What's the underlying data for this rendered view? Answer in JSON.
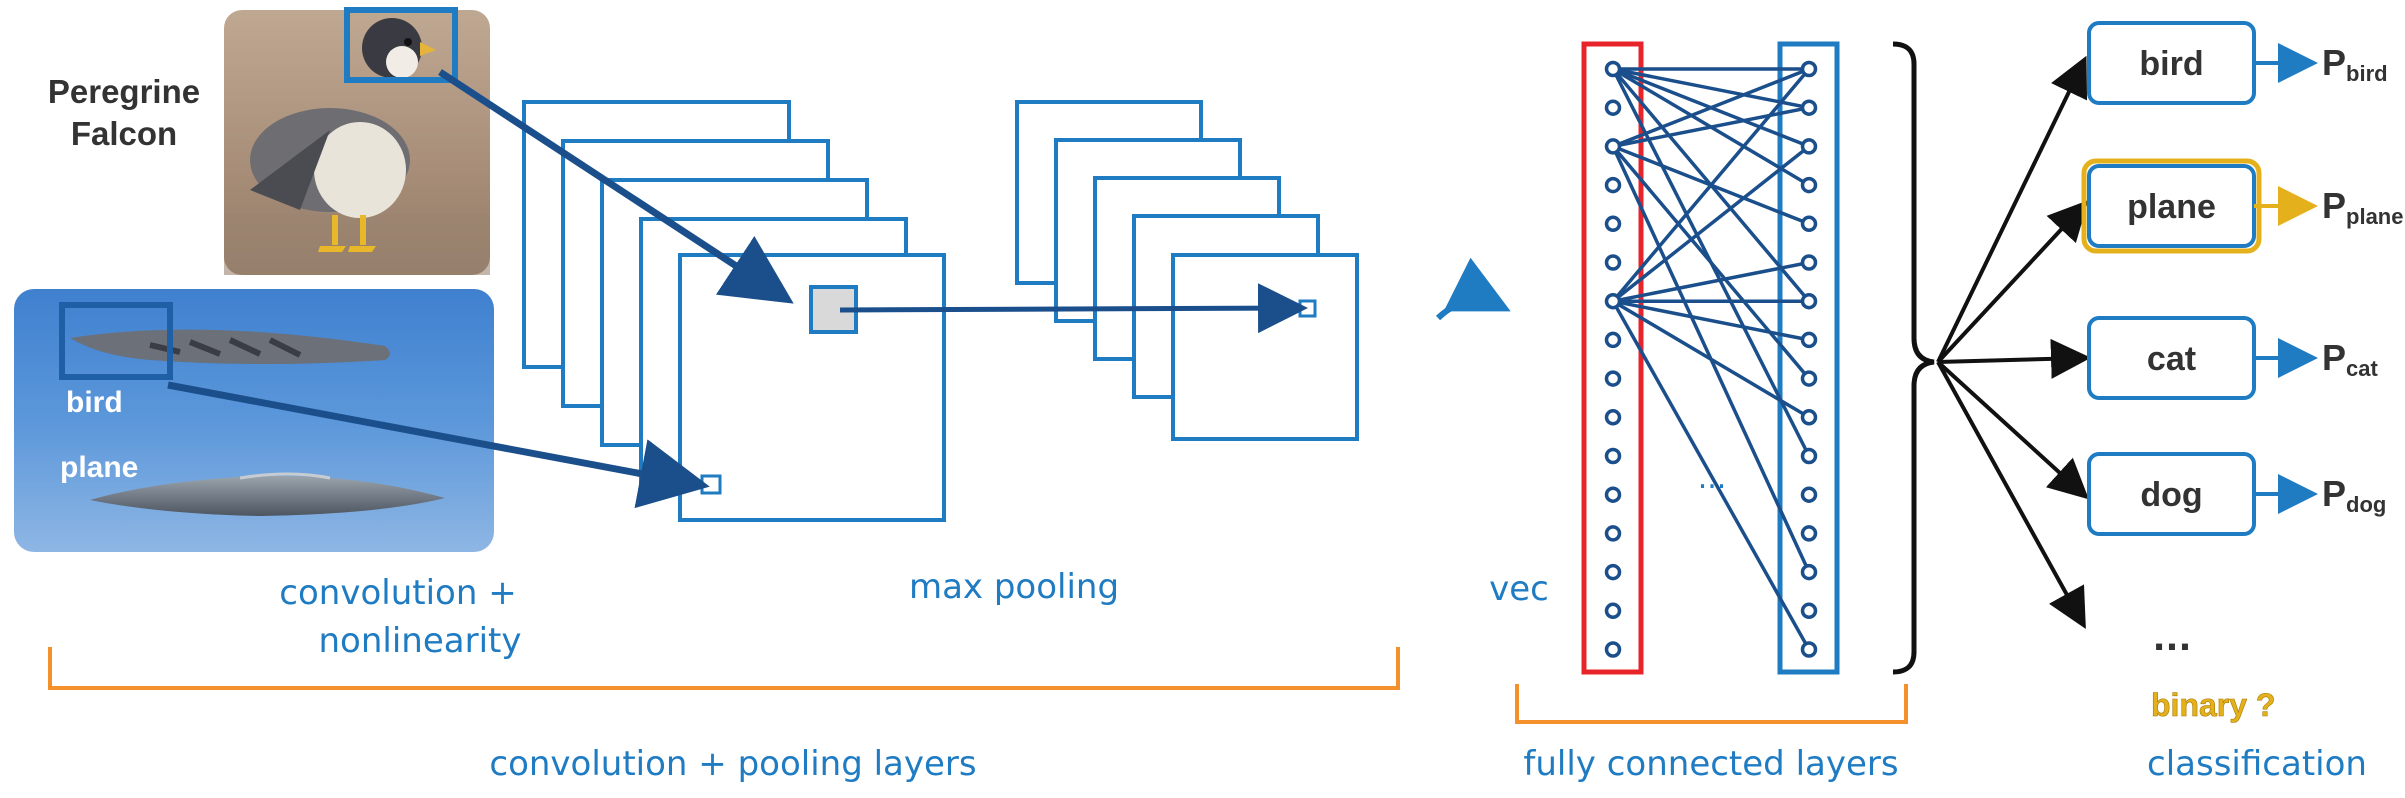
{
  "images": {
    "falcon_caption_line1": "Peregrine",
    "falcon_caption_line2": "Falcon",
    "bird_label": "bird",
    "plane_label": "plane"
  },
  "stages": {
    "conv_line1": "convolution +",
    "conv_line2": "nonlinearity",
    "pool": "max pooling",
    "vec": "vec",
    "fc_ellipsis": "...",
    "conv_pool_group": "convolution + pooling layers",
    "fc_group": "fully connected layers",
    "classification_group": "classification"
  },
  "classes": [
    {
      "label": "bird",
      "prob_main": "P",
      "prob_sub": "bird",
      "highlighted": false
    },
    {
      "label": "plane",
      "prob_main": "P",
      "prob_sub": "plane",
      "highlighted": true
    },
    {
      "label": "cat",
      "prob_main": "P",
      "prob_sub": "cat",
      "highlighted": false
    },
    {
      "label": "dog",
      "prob_main": "P",
      "prob_sub": "dog",
      "highlighted": false
    }
  ],
  "more_classes": "...",
  "binary_question": "binary ?",
  "colors": {
    "primary_blue": "#1f7bc2",
    "dark_blue_arrow": "#1b4f8c",
    "vector_outline": "#e8242b",
    "bracket_orange": "#f5912a",
    "highlight_gold": "#e4b11c",
    "image_panel_blue": "#4f8fd6"
  }
}
